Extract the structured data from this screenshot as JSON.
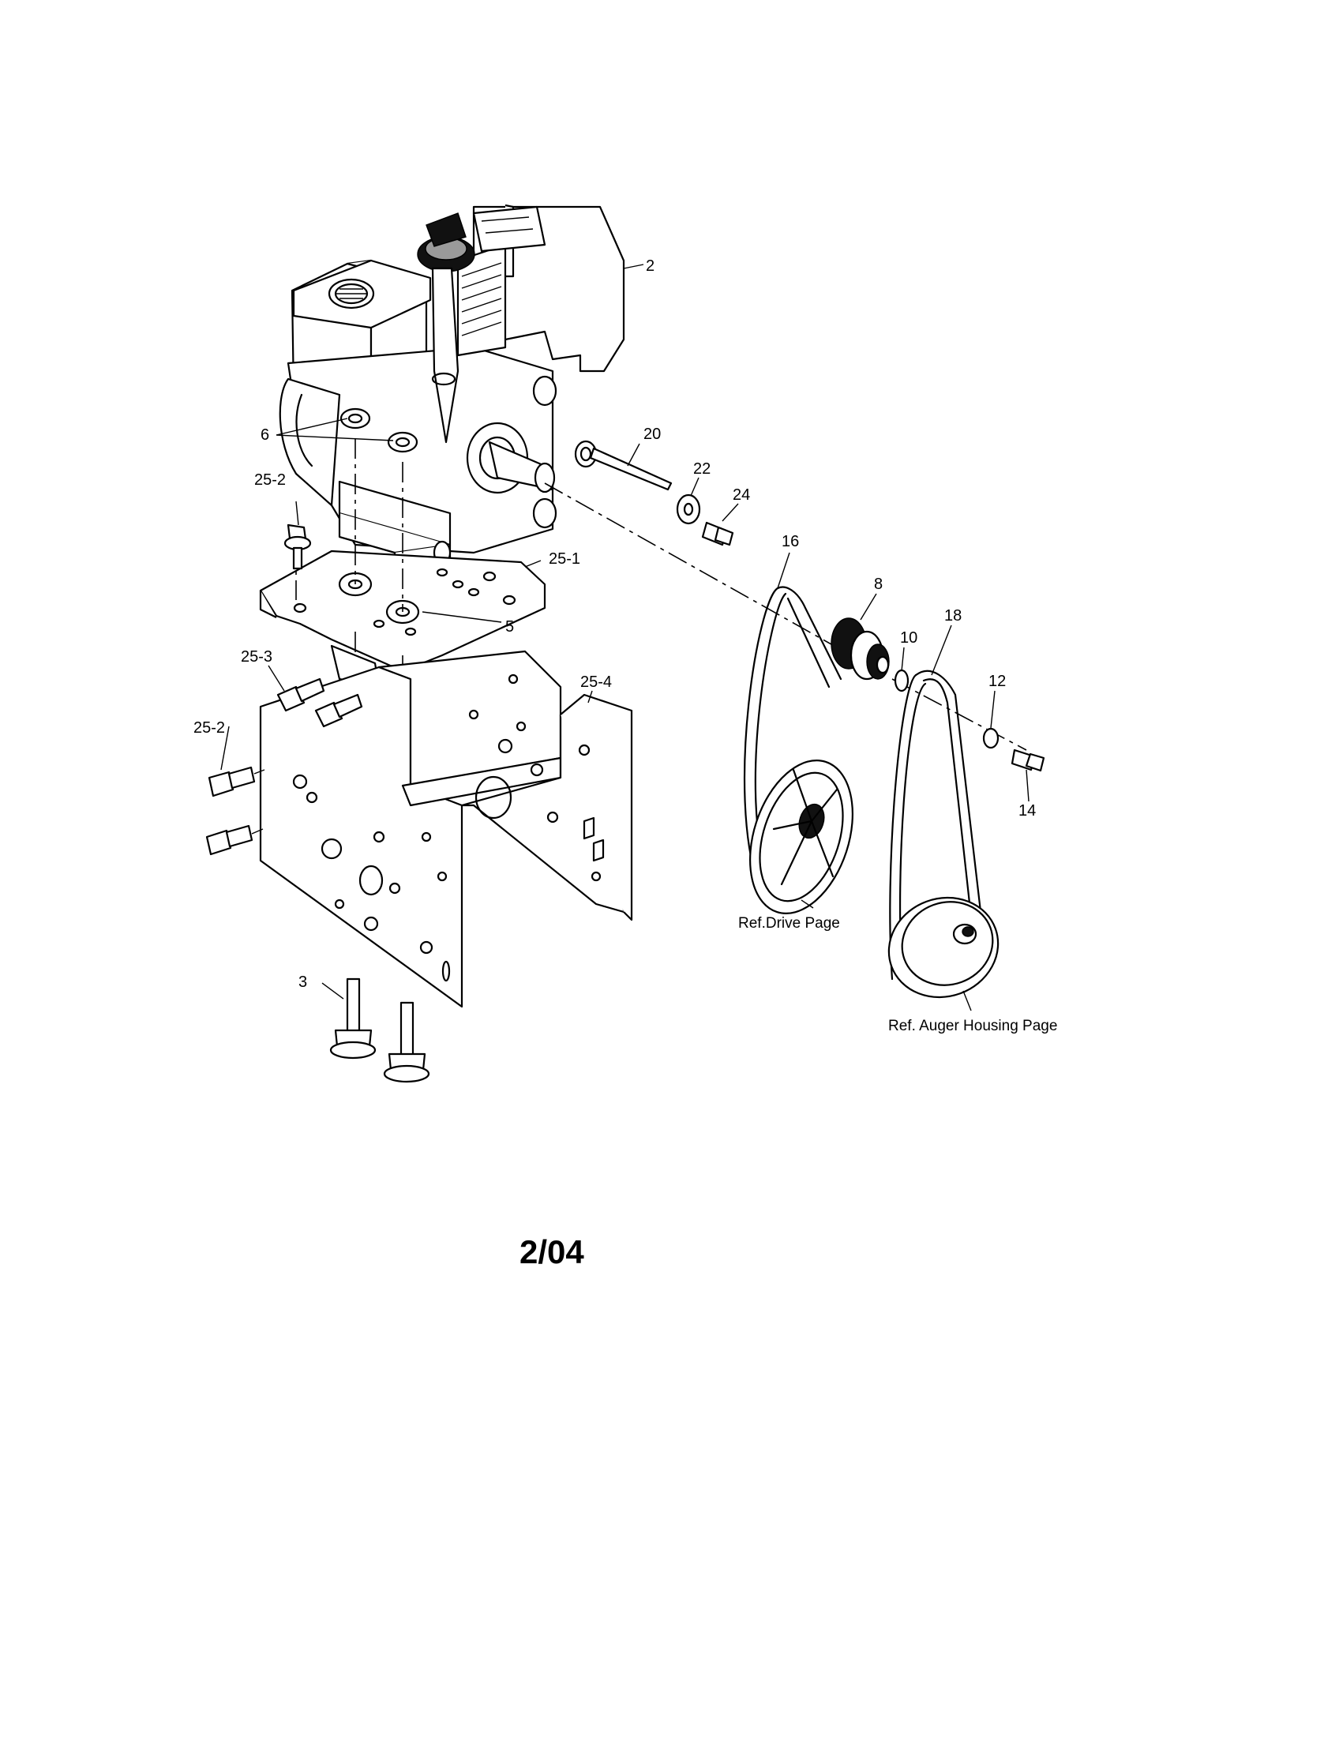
{
  "callouts": {
    "c2": "2",
    "c6": "6",
    "c20": "20",
    "c22": "22",
    "c24": "24",
    "c16": "16",
    "c8": "8",
    "c18": "18",
    "c10": "10",
    "c12": "12",
    "c14": "14",
    "c25_2_top": "25-2",
    "c25_1": "25-1",
    "c5": "5",
    "c25_3": "25-3",
    "c25_4": "25-4",
    "c25_2_side": "25-2",
    "c3": "3"
  },
  "references": {
    "drive": "Ref.Drive Page",
    "auger": "Ref. Auger Housing Page"
  },
  "footer": {
    "date_code": "2/04"
  }
}
